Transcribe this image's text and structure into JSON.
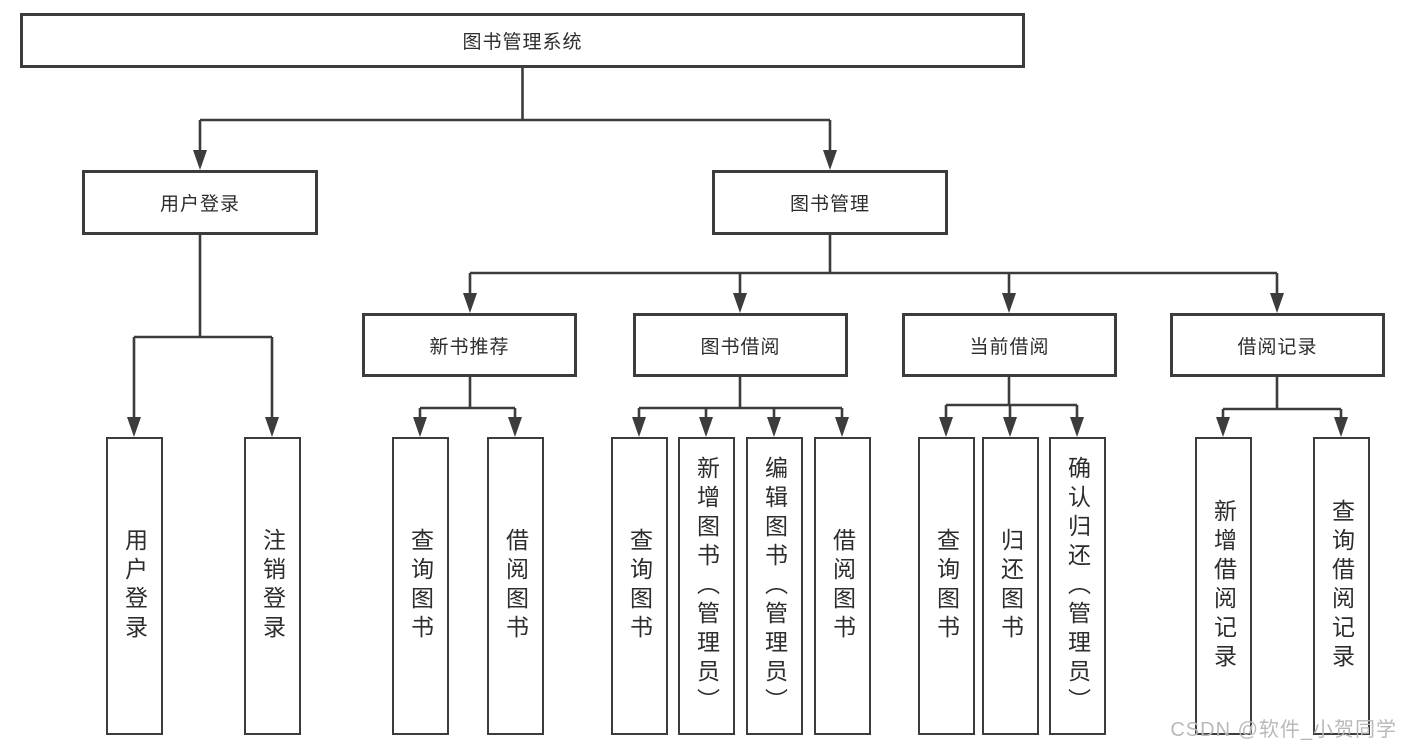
{
  "diagram": {
    "title": "图书管理系统",
    "root": {
      "label": "图书管理系统"
    },
    "level2": [
      {
        "id": "user-login",
        "label": "用户登录"
      },
      {
        "id": "book-management",
        "label": "图书管理"
      }
    ],
    "level3": [
      {
        "id": "new-book-recommendation",
        "parent": "book-management",
        "label": "新书推荐"
      },
      {
        "id": "book-borrowing",
        "parent": "book-management",
        "label": "图书借阅"
      },
      {
        "id": "current-borrowing",
        "parent": "book-management",
        "label": "当前借阅"
      },
      {
        "id": "borrowing-records",
        "parent": "book-management",
        "label": "借阅记录"
      }
    ],
    "leaves": [
      {
        "parent": "user-login",
        "label": "用户登录"
      },
      {
        "parent": "user-login",
        "label": "注销登录"
      },
      {
        "parent": "new-book-recommendation",
        "label": "查询图书"
      },
      {
        "parent": "new-book-recommendation",
        "label": "借阅图书"
      },
      {
        "parent": "book-borrowing",
        "label": "查询图书"
      },
      {
        "parent": "book-borrowing",
        "label": "新增图书（管理员）"
      },
      {
        "parent": "book-borrowing",
        "label": "编辑图书（管理员）"
      },
      {
        "parent": "book-borrowing",
        "label": "借阅图书"
      },
      {
        "parent": "current-borrowing",
        "label": "查询图书"
      },
      {
        "parent": "current-borrowing",
        "label": "归还图书"
      },
      {
        "parent": "current-borrowing",
        "label": "确认归还（管理员）"
      },
      {
        "parent": "borrowing-records",
        "label": "新增借阅记录"
      },
      {
        "parent": "borrowing-records",
        "label": "查询借阅记录"
      }
    ],
    "colors": {
      "line": "#3c3c3c",
      "box_border": "#3c3c3c",
      "box_fill": "#ffffff",
      "text": "#2d2d2d",
      "background": "#ffffff",
      "watermark": "#b9b9b9"
    }
  },
  "watermark": {
    "text": "CSDN @软件_小贺同学"
  }
}
